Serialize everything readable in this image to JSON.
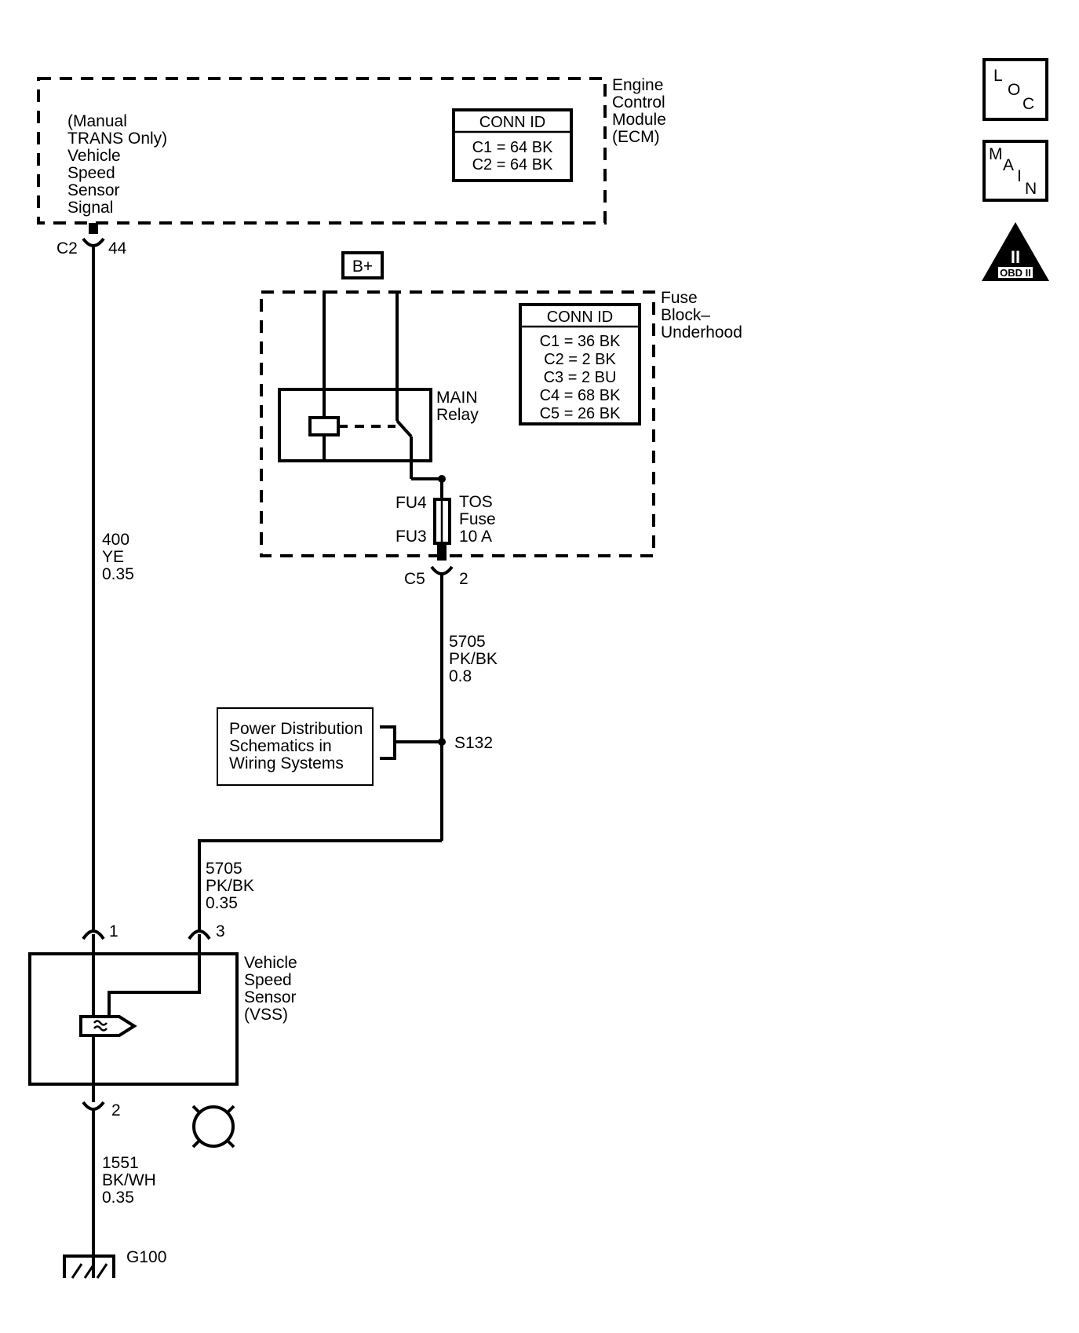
{
  "icons": {
    "loc": [
      "L",
      "O",
      "C"
    ],
    "main": [
      "M",
      "A",
      "I",
      "N"
    ],
    "obd": {
      "numeral": "II",
      "label": "OBD II"
    }
  },
  "ecm": {
    "label": [
      "Engine",
      "Control",
      "Module",
      "(ECM)"
    ],
    "signal": [
      "(Manual",
      "TRANS Only)",
      "Vehicle",
      "Speed",
      "Sensor",
      "Signal"
    ],
    "conn_id": {
      "header": "CONN ID",
      "rows": [
        "C1 = 64 BK",
        "C2 = 64 BK"
      ]
    },
    "connector": {
      "id": "C2",
      "pin": "44"
    }
  },
  "battery": {
    "label": "B+"
  },
  "fuse_block": {
    "label": [
      "Fuse",
      "Block–",
      "Underhood"
    ],
    "conn_id": {
      "header": "CONN ID",
      "rows": [
        "C1 = 36 BK",
        "C2 = 2 BK",
        "C3 = 2 BU",
        "C4 = 68 BK",
        "C5 = 26 BK"
      ]
    },
    "relay": [
      "MAIN",
      "Relay"
    ],
    "fuse": {
      "terminal_top": "FU4",
      "terminal_bottom": "FU3",
      "label": [
        "TOS",
        "Fuse",
        "10 A"
      ]
    },
    "connector": {
      "id": "C5",
      "pin": "2"
    }
  },
  "wires": {
    "ecm_to_vss": [
      "400",
      "YE",
      "0.35"
    ],
    "fuse_to_splice": [
      "5705",
      "PK/BK",
      "0.8"
    ],
    "splice_to_vss": [
      "5705",
      "PK/BK",
      "0.35"
    ],
    "vss_to_ground": [
      "1551",
      "BK/WH",
      "0.35"
    ]
  },
  "splice": {
    "label": "S132"
  },
  "reference": [
    "Power Distribution",
    "Schematics in",
    "Wiring Systems"
  ],
  "vss": {
    "label": [
      "Vehicle",
      "Speed",
      "Sensor",
      "(VSS)"
    ],
    "pins": {
      "signal": "1",
      "power": "3",
      "ground": "2"
    }
  },
  "ground": {
    "label": "G100"
  }
}
